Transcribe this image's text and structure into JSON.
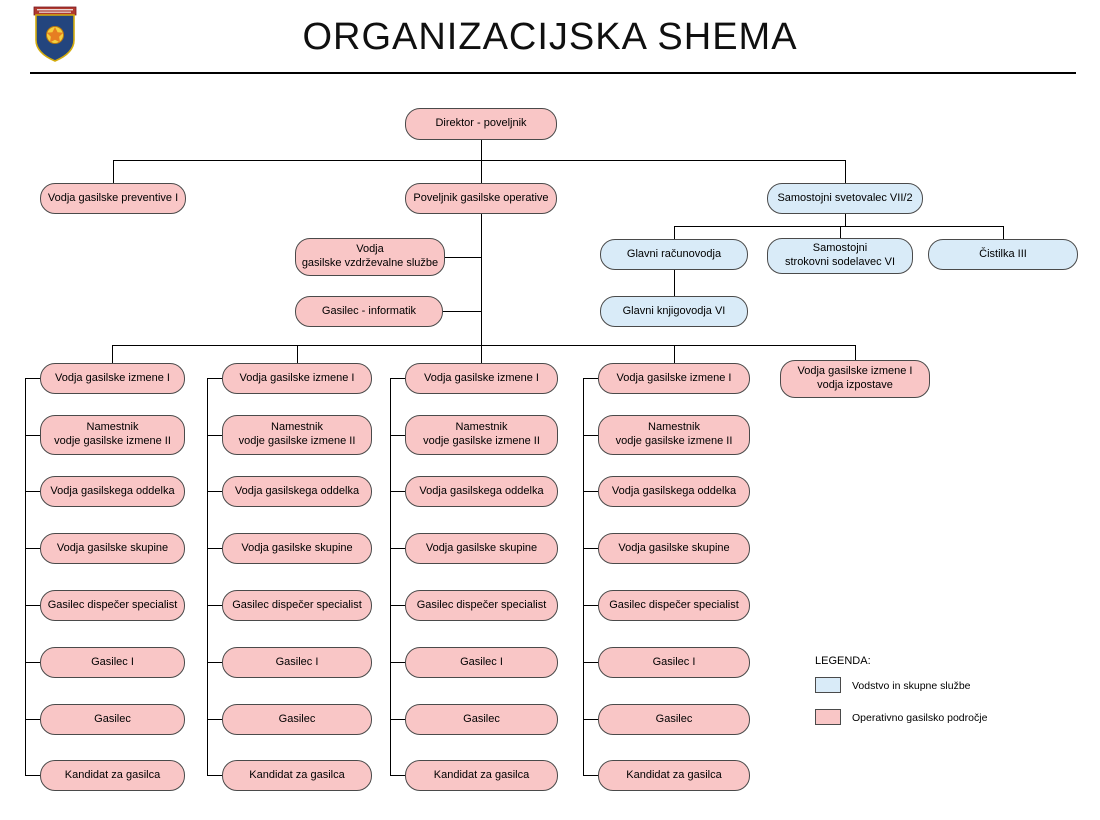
{
  "header": {
    "title": "ORGANIZACIJSKA SHEMA",
    "logo": "fire-brigade-crest"
  },
  "chart": {
    "root": {
      "label": "Direktor - poveljnik",
      "type": "operative"
    },
    "level2": [
      {
        "label": "Vodja gasilske preventive I",
        "type": "operative"
      },
      {
        "label": "Poveljnik gasilske operative",
        "type": "operative"
      },
      {
        "label": "Samostojni svetovalec VII/2",
        "type": "management"
      }
    ],
    "operative_support": [
      {
        "label": "Vodja\ngasilske vzdrževalne službe",
        "type": "operative"
      },
      {
        "label": "Gasilec - informatik",
        "type": "operative"
      }
    ],
    "management_branch": [
      {
        "label": "Glavni računovodja",
        "type": "management"
      },
      {
        "label": "Samostojni\nstrokovni sodelavec VI",
        "type": "management"
      },
      {
        "label": "Čistilka III",
        "type": "management"
      },
      {
        "label": "Glavni knjigovodja VI",
        "type": "management"
      }
    ],
    "columns": [
      {
        "items": [
          "Vodja gasilske izmene I",
          "Namestnik\nvodje gasilske izmene II",
          "Vodja gasilskega oddelka",
          "Vodja gasilske skupine",
          "Gasilec dispečer specialist",
          "Gasilec I",
          "Gasilec",
          "Kandidat za gasilca"
        ]
      },
      {
        "items": [
          "Vodja gasilske izmene I",
          "Namestnik\nvodje gasilske izmene II",
          "Vodja gasilskega oddelka",
          "Vodja gasilske skupine",
          "Gasilec dispečer specialist",
          "Gasilec I",
          "Gasilec",
          "Kandidat za gasilca"
        ]
      },
      {
        "items": [
          "Vodja gasilske izmene I",
          "Namestnik\nvodje gasilske izmene II",
          "Vodja gasilskega oddelka",
          "Vodja gasilske skupine",
          "Gasilec dispečer specialist",
          "Gasilec I",
          "Gasilec",
          "Kandidat za gasilca"
        ]
      },
      {
        "items": [
          "Vodja gasilske izmene I",
          "Namestnik\nvodje gasilske izmene II",
          "Vodja gasilskega oddelka",
          "Vodja gasilske skupine",
          "Gasilec dispečer specialist",
          "Gasilec I",
          "Gasilec",
          "Kandidat za gasilca"
        ]
      },
      {
        "items": [
          "Vodja gasilske izmene I\nvodja izpostave"
        ]
      }
    ]
  },
  "legend": {
    "title": "LEGENDA:",
    "items": [
      {
        "label": "Vodstvo in skupne službe",
        "color_key": "management"
      },
      {
        "label": "Operativno gasilsko področje",
        "color_key": "operative"
      }
    ]
  },
  "colors": {
    "management_fill": "#D9EBF8",
    "operative_fill": "#F9C6C6",
    "node_border": "#4a4a4a",
    "connector": "#000000"
  }
}
